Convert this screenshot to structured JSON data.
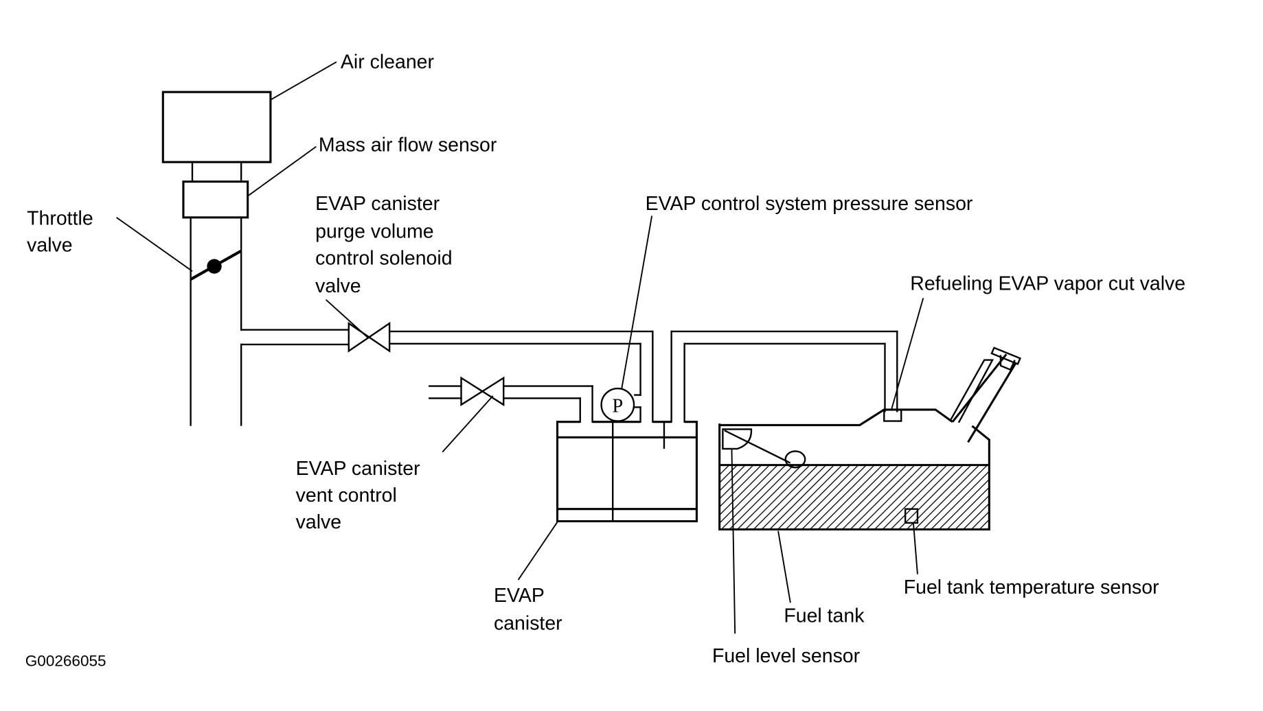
{
  "diagram": {
    "title": "EVAP control system layout",
    "figure_code": "G00266055",
    "colors": {
      "line": "#000000",
      "background": "#ffffff"
    },
    "labels": {
      "air_cleaner": "Air cleaner",
      "mass_air_flow_sensor": "Mass air flow sensor",
      "throttle_valve": [
        "Throttle",
        "valve"
      ],
      "purge_valve": [
        "EVAP canister",
        "purge volume",
        "control solenoid",
        "valve"
      ],
      "pressure_sensor": "EVAP control system pressure sensor",
      "pressure_sensor_symbol": "P",
      "refueling_cut_valve": "Refueling EVAP vapor cut valve",
      "vent_control_valve": [
        "EVAP canister",
        "vent control",
        "valve"
      ],
      "evap_canister": [
        "EVAP",
        "canister"
      ],
      "fuel_tank_temp_sensor": "Fuel tank temperature sensor",
      "fuel_tank": "Fuel tank",
      "fuel_level_sensor": "Fuel level sensor"
    }
  }
}
